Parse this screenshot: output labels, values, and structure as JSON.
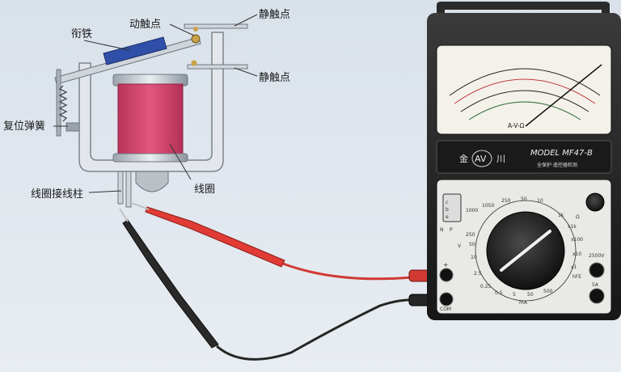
{
  "labels": {
    "armature": "衔铁",
    "moving_contact": "动触点",
    "static_contact_top": "静触点",
    "static_contact_bottom": "静触点",
    "return_spring": "复位弹簧",
    "coil": "线圈",
    "coil_terminal": "线圈接线柱"
  },
  "meter": {
    "model": "MODEL MF47-B",
    "brand_left": "金",
    "brand_logo": "AV",
    "brand_right": "川",
    "tagline": "全保护·遥控器检测",
    "face_symbols": "A-V-Ω",
    "port_plus": "+",
    "port_com": "COM",
    "port_2500v": "2500V",
    "port_5a": "5A",
    "dial_left_top": "1000",
    "dial_marks": [
      "250",
      "50",
      "10",
      "2.5",
      "0.25",
      "0.5",
      "5",
      "50",
      "500",
      "1050",
      "250",
      "50",
      "10",
      "1k",
      "x1k",
      "x100",
      "x10",
      "x1"
    ],
    "dial_unit_ma": "mA",
    "dial_unit_v": "V",
    "dial_unit_ohm": "Ω",
    "dial_hfe": "hFE",
    "panel_letters": [
      "c",
      "b",
      "e",
      "N",
      "P"
    ]
  },
  "colors": {
    "coil": "#d0426a",
    "armature": "#2f4fa8",
    "meter_body": "#2a2a2a",
    "red_probe": "#e03b34",
    "black_probe": "#2a2a2a"
  }
}
